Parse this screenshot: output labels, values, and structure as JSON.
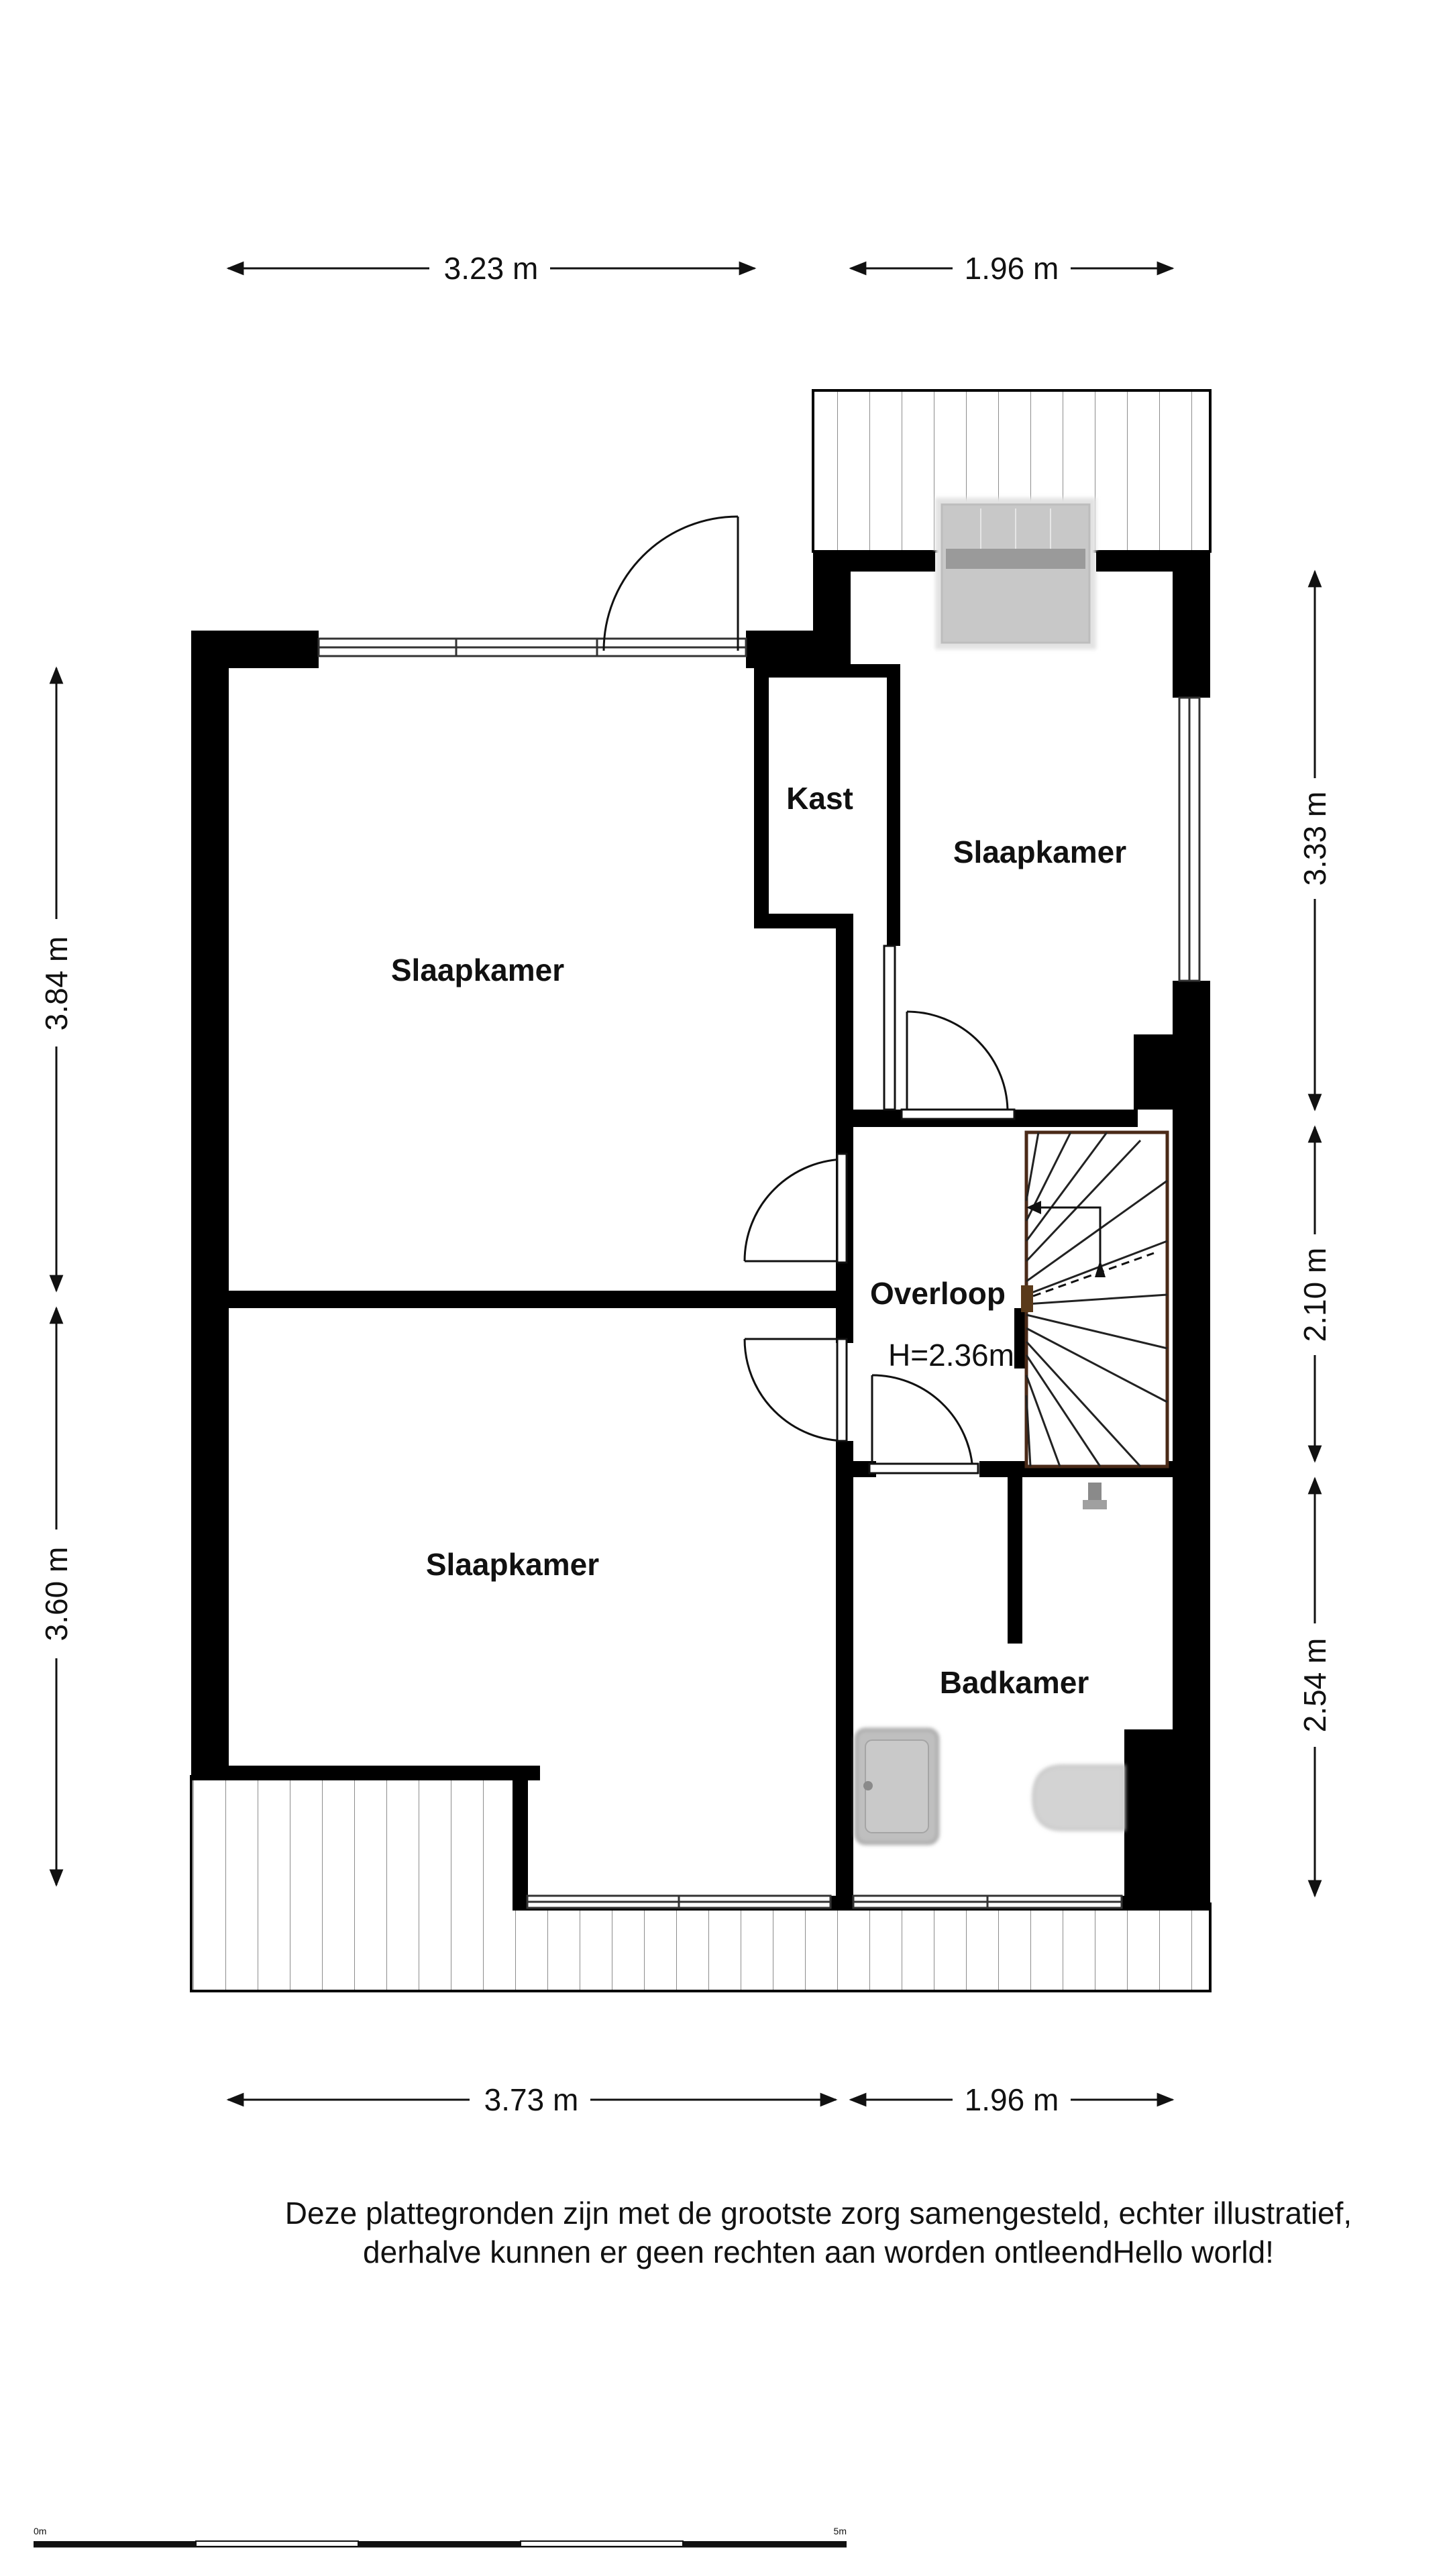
{
  "dimensions": {
    "top_left": "3.23 m",
    "top_right": "1.96 m",
    "bottom_left": "3.73 m",
    "bottom_right": "1.96 m",
    "left_upper": "3.84 m",
    "left_lower": "3.60 m",
    "right_upper": "3.33 m",
    "right_middle": "2.10 m",
    "right_lower": "2.54 m"
  },
  "rooms": {
    "slaapkamer_large": "Slaapkamer",
    "slaapkamer_lower": "Slaapkamer",
    "slaapkamer_right": "Slaapkamer",
    "kast": "Kast",
    "overloop": "Overloop",
    "badkamer": "Badkamer"
  },
  "ceiling_height": "H=2.36m",
  "disclaimer": {
    "line1": "Deze plattegronden zijn met de grootste zorg samengesteld, echter illustratief,",
    "line2": "derhalve kunnen er geen rechten aan worden ontleendHello world!"
  },
  "scale_bar": {
    "start": "0m",
    "end": "5m"
  },
  "colors": {
    "wall": "#000000",
    "stair_outline": "#4a2a18",
    "fixture": "#cfcfcf"
  }
}
